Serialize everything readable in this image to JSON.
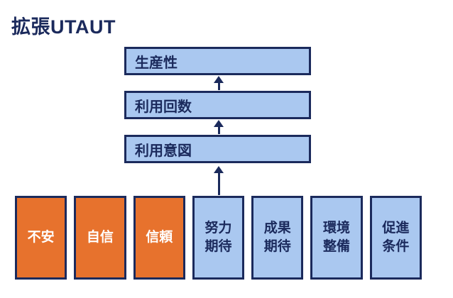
{
  "title": "拡張UTAUT",
  "colors": {
    "navy": "#1b2a5c",
    "light_blue": "#aac8f0",
    "orange": "#e7722d",
    "text_on_orange": "#ffffff",
    "background": "#ffffff"
  },
  "chain": [
    {
      "id": "productivity",
      "label": "生産性"
    },
    {
      "id": "usage_count",
      "label": "利用回数"
    },
    {
      "id": "usage_intention",
      "label": "利用意図"
    }
  ],
  "arrows": [
    {
      "from": "usage_count",
      "to": "productivity",
      "direction": "up"
    },
    {
      "from": "usage_intention",
      "to": "usage_count",
      "direction": "up"
    },
    {
      "from": "factors",
      "to": "usage_intention",
      "direction": "up"
    }
  ],
  "factors": [
    {
      "id": "anxiety",
      "label": "不安",
      "group": "extension"
    },
    {
      "id": "self_confidence",
      "label": "自信",
      "group": "extension"
    },
    {
      "id": "trust",
      "label": "信頼",
      "group": "extension"
    },
    {
      "id": "effort_expectancy",
      "label": "努力\n期待",
      "group": "utaut"
    },
    {
      "id": "performance_expectancy",
      "label": "成果\n期待",
      "group": "utaut"
    },
    {
      "id": "environment_readiness",
      "label": "環境\n整備",
      "group": "utaut"
    },
    {
      "id": "facilitating_conditions",
      "label": "促進\n条件",
      "group": "utaut"
    }
  ]
}
